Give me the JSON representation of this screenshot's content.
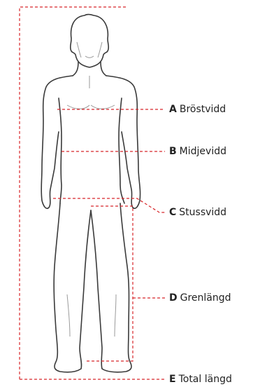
{
  "measurements": [
    {
      "key": "A",
      "label": "Bröstvidd"
    },
    {
      "key": "B",
      "label": "Midjevidd"
    },
    {
      "key": "C",
      "label": "Stussvidd"
    },
    {
      "key": "D",
      "label": "Grenlängd"
    },
    {
      "key": "E",
      "label": "Total längd"
    }
  ],
  "colors": {
    "guide_line": "#d8262a",
    "outline": "#3a3a3a"
  }
}
